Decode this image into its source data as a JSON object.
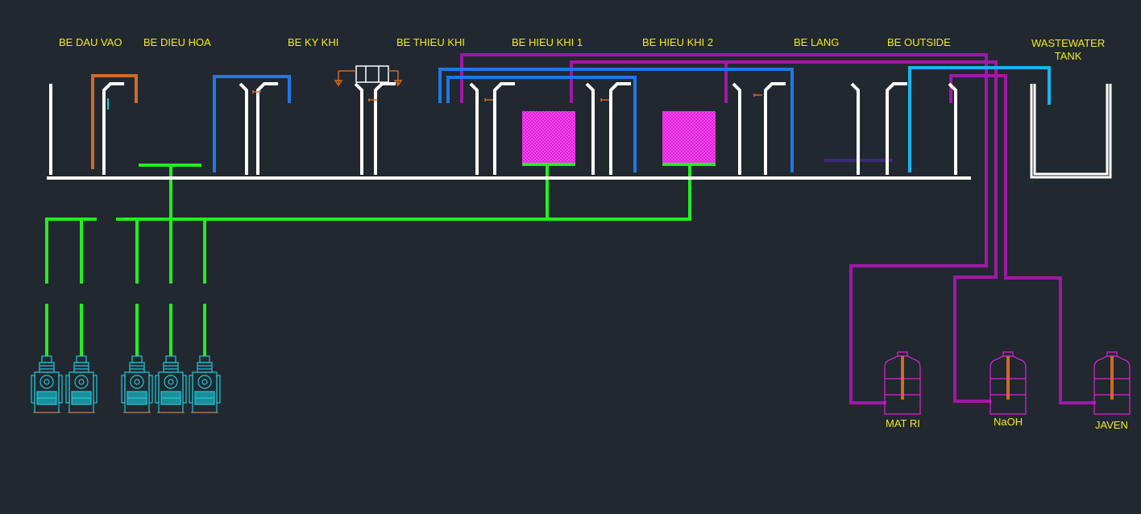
{
  "drawing": {
    "background": "#212830",
    "colors": {
      "label": "#f2ea1a",
      "tank_wall": "#ffffff",
      "air_line": "#22ee22",
      "chemical_line": "#a018a8",
      "recycle_line": "#1e78e6",
      "outside_line": "#18b4f0",
      "inlet_line": "#d06a28",
      "bio_media": "#e020d8",
      "blower": "#20c8d8"
    },
    "tanks": [
      {
        "id": "dau-vao",
        "label": "BE DAU VAO"
      },
      {
        "id": "dieu-hoa",
        "label": "BE DIEU HOA"
      },
      {
        "id": "ky-khi",
        "label": "BE KY KHI"
      },
      {
        "id": "thieu-khi",
        "label": "BE THIEU KHI"
      },
      {
        "id": "hieu-khi-1",
        "label": "BE HIEU KHI 1"
      },
      {
        "id": "hieu-khi-2",
        "label": "BE HIEU KHI 2"
      },
      {
        "id": "lang",
        "label": "BE LANG"
      },
      {
        "id": "outside",
        "label": "BE OUTSIDE"
      },
      {
        "id": "wastewater",
        "label": "WASTEWATER\nTANK"
      }
    ],
    "chemical_tanks": [
      {
        "id": "mat-ri",
        "label": "MAT RI"
      },
      {
        "id": "naoh",
        "label": "NaOH"
      },
      {
        "id": "javen",
        "label": "JAVEN"
      }
    ],
    "blowers": [
      {
        "id": "blower-1"
      },
      {
        "id": "blower-2"
      },
      {
        "id": "blower-3"
      },
      {
        "id": "blower-4"
      },
      {
        "id": "blower-5"
      }
    ]
  }
}
